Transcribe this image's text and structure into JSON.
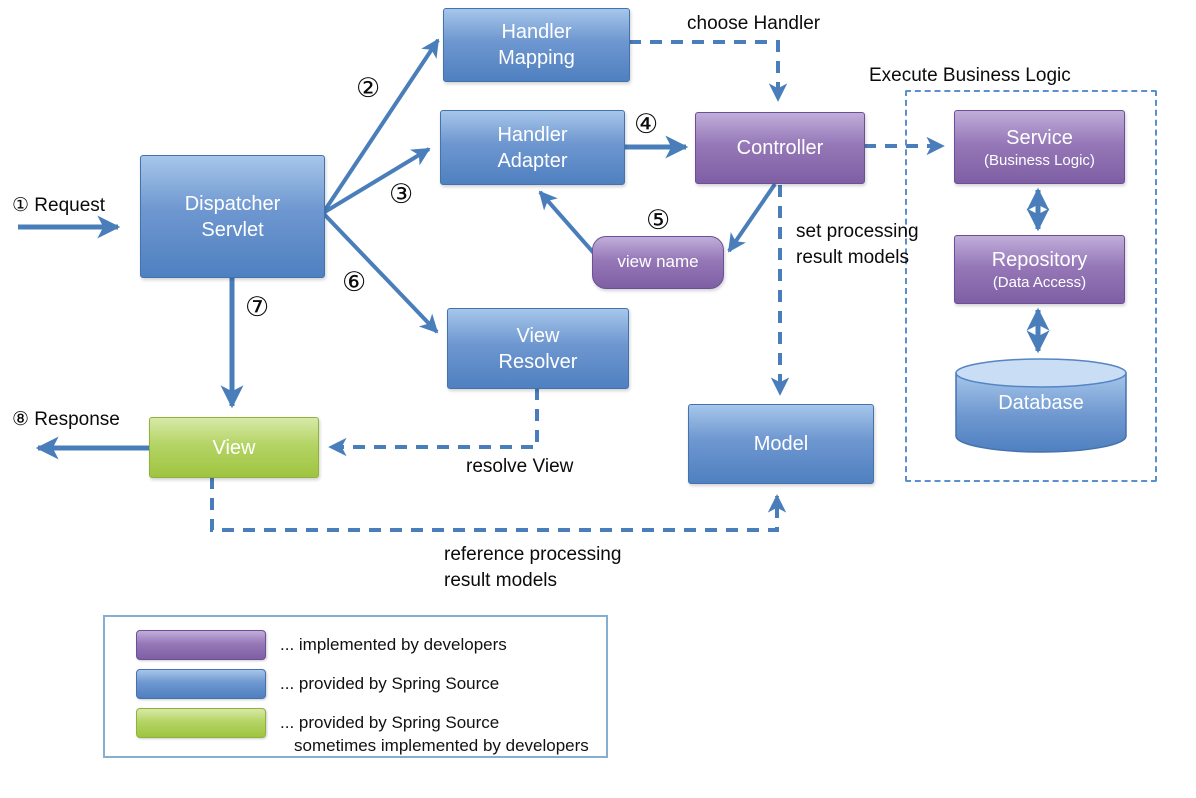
{
  "labels": {
    "request": "① Request",
    "response": "⑧ Response",
    "choose_handler": "choose Handler",
    "execute_business_logic": "Execute Business Logic",
    "set_processing_line1": "set processing",
    "set_processing_line2": "result models",
    "resolve_view": "resolve View",
    "reference_line1": "reference processing",
    "reference_line2": "result models"
  },
  "steps": {
    "s2": "②",
    "s3": "③",
    "s4": "④",
    "s5": "⑤",
    "s6": "⑥",
    "s7": "⑦"
  },
  "nodes": {
    "dispatcher_servlet": {
      "line1": "Dispatcher",
      "line2": "Servlet"
    },
    "handler_mapping": {
      "line1": "Handler",
      "line2": "Mapping"
    },
    "handler_adapter": {
      "line1": "Handler",
      "line2": "Adapter"
    },
    "controller": {
      "label": "Controller"
    },
    "view_name": {
      "label": "view name"
    },
    "view_resolver": {
      "line1": "View",
      "line2": "Resolver"
    },
    "view": {
      "label": "View"
    },
    "model": {
      "label": "Model"
    },
    "service": {
      "label": "Service",
      "sublabel": "(Business Logic)"
    },
    "repository": {
      "label": "Repository",
      "sublabel": "(Data Access)"
    },
    "database": {
      "label": "Database"
    }
  },
  "colors": {
    "blue": "#4f81bd",
    "purple": "#8064a2",
    "green": "#9bbb59",
    "arrow": "#4a7ebb"
  },
  "legend": {
    "items": [
      {
        "color": "purple",
        "text": "... implemented by developers"
      },
      {
        "color": "blue",
        "text": "... provided by Spring Source"
      },
      {
        "color": "green",
        "text": "... provided by Spring Source",
        "text2": "sometimes implemented by developers"
      }
    ]
  }
}
